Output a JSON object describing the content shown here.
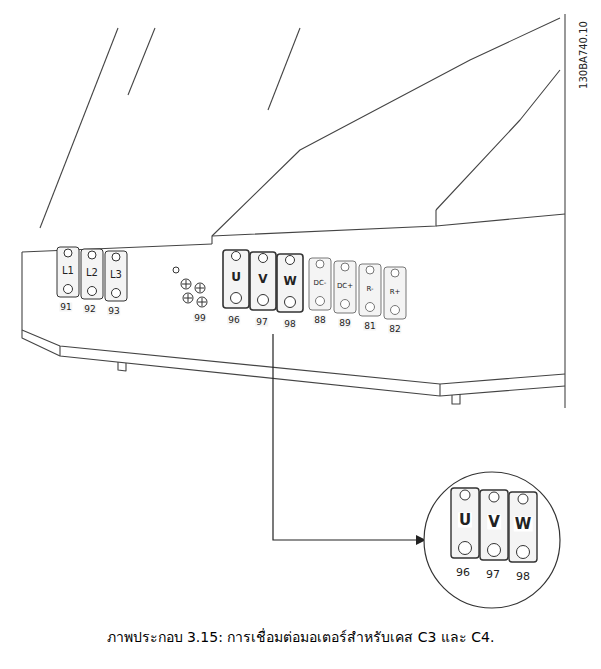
{
  "diagram": {
    "caption": "ภาพประกอบ 3.15: การเชื่อมต่อมอเตอร์สำหรับเคส C3 และ C4.",
    "labels": [
      "L1",
      "L2",
      "L3",
      "91",
      "92",
      "93",
      "99",
      "U",
      "V",
      "W",
      "96",
      "97",
      "98",
      "DC-",
      "DC+",
      "R-",
      "R+",
      "88",
      "89",
      "81",
      "82",
      "U",
      "V",
      "W",
      "96",
      "97",
      "98",
      "130BA740.10"
    ]
  }
}
